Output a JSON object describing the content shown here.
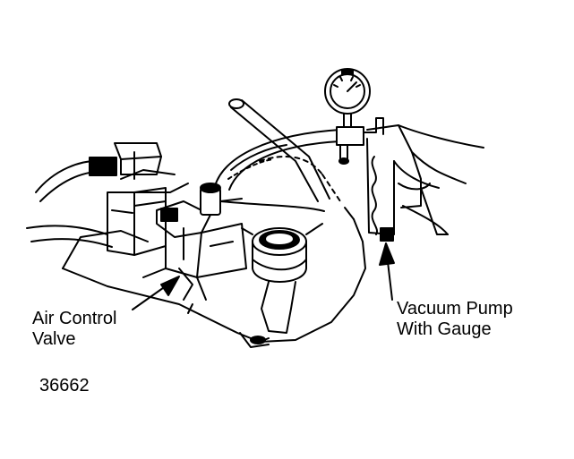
{
  "labels": {
    "air_control_valve": [
      "Air Control",
      "Valve"
    ],
    "vacuum_pump": [
      "Vacuum Pump",
      "With Gauge"
    ],
    "figure_id": "36662"
  },
  "colors": {
    "ink": "#000000",
    "paper": "#ffffff"
  }
}
